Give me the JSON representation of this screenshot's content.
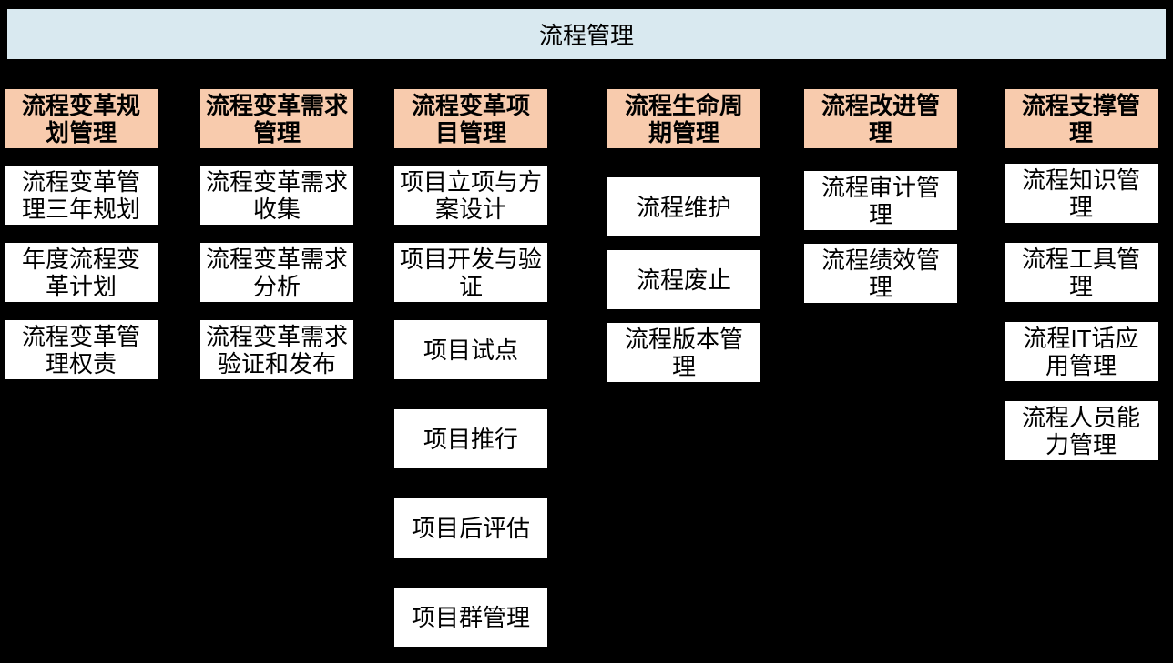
{
  "title": "流程管理",
  "colors": {
    "background": "#000000",
    "banner_bg": "#d9e9f0",
    "header_bg": "#f8cbad",
    "item_bg": "#ffffff",
    "text": "#000000"
  },
  "columns": [
    {
      "header": "流程变革规\n划管理",
      "items": [
        "流程变革管\n理三年规划",
        "年度流程变\n革计划",
        "流程变革管\n理权责"
      ]
    },
    {
      "header": "流程变革需求\n管理",
      "items": [
        "流程变革需求\n收集",
        "流程变革需求\n分析",
        "流程变革需求\n验证和发布"
      ]
    },
    {
      "header": "流程变革项\n目管理",
      "items": [
        "项目立项与方\n案设计",
        "项目开发与验\n证",
        "项目试点",
        "项目推行",
        "项目后评估",
        "项目群管理"
      ]
    },
    {
      "header": "流程生命周\n期管理",
      "items": [
        "流程维护",
        "流程废止",
        "流程版本管\n理"
      ]
    },
    {
      "header": "流程改进管\n理",
      "items": [
        "流程审计管\n理",
        "流程绩效管\n理"
      ]
    },
    {
      "header": "流程支撑管\n理",
      "items": [
        "流程知识管\n理",
        "流程工具管\n理",
        "流程IT话应\n用管理",
        "流程人员能\n力管理"
      ]
    }
  ]
}
